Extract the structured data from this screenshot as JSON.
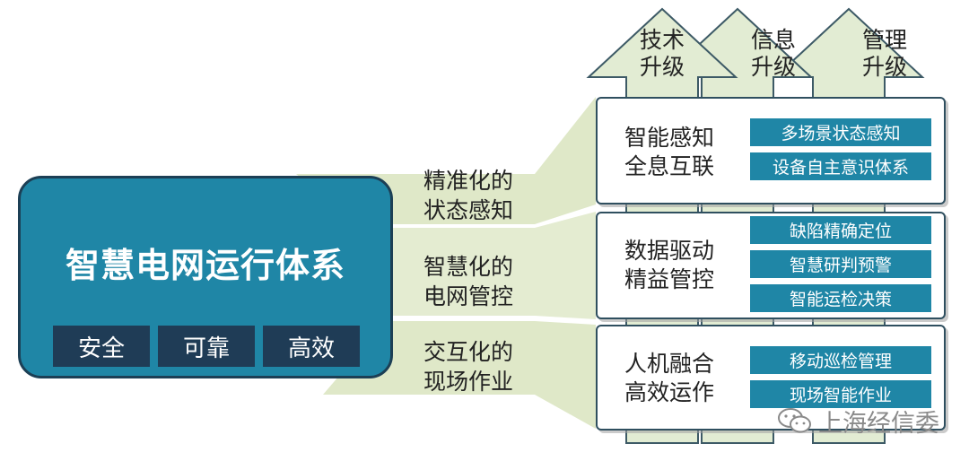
{
  "main": {
    "title": "智慧电网运行体系",
    "pills": [
      "安全",
      "可靠",
      "高效"
    ]
  },
  "links": [
    {
      "line1": "精准化的",
      "line2": "状态感知"
    },
    {
      "line1": "智慧化的",
      "line2": "电网管控"
    },
    {
      "line1": "交互化的",
      "line2": "现场作业"
    }
  ],
  "arrows": [
    {
      "line1": "技术",
      "line2": "升级"
    },
    {
      "line1": "信息",
      "line2": "升级"
    },
    {
      "line1": "管理",
      "line2": "升级"
    }
  ],
  "panels": [
    {
      "title1": "智能感知",
      "title2": "全息互联",
      "items": [
        "多场景状态感知",
        "设备自主意识体系"
      ]
    },
    {
      "title1": "数据驱动",
      "title2": "精益管控",
      "items": [
        "缺陷精确定位",
        "智慧研判预警",
        "智能运检决策"
      ]
    },
    {
      "title1": "人机融合",
      "title2": "高效运作",
      "items": [
        "移动巡检管理",
        "现场智能作业"
      ]
    }
  ],
  "watermark": {
    "text": "上海经信委"
  },
  "colors": {
    "teal": "#1f86a6",
    "navy": "#1f3c56",
    "green_band": "#dfe8c8",
    "arrow_fill": "#e2ecd3"
  }
}
